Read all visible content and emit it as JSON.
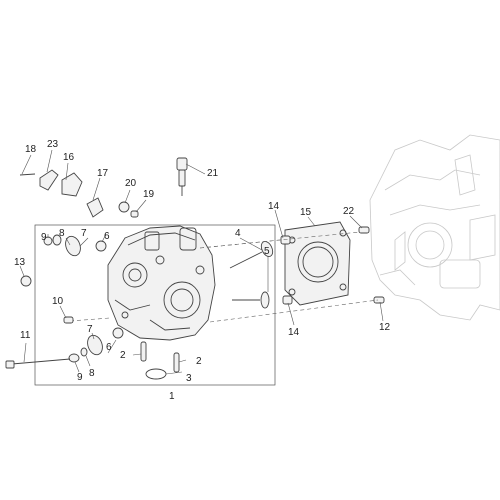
{
  "callouts": {
    "c1": "1",
    "c2a": "2",
    "c2b": "2",
    "c3": "3",
    "c4": "4",
    "c5": "5",
    "c6a": "6",
    "c6b": "6",
    "c7a": "7",
    "c7b": "7",
    "c8a": "8",
    "c8b": "8",
    "c9a": "9",
    "c9b": "9",
    "c10": "10",
    "c11": "11",
    "c12": "12",
    "c13": "13",
    "c14a": "14",
    "c14b": "14",
    "c15": "15",
    "c16": "16",
    "c17": "17",
    "c18": "18",
    "c19": "19",
    "c20": "20",
    "c21": "21",
    "c22": "22",
    "c23": "23"
  },
  "colors": {
    "line": "#444444",
    "ghost": "#c8c8c8",
    "text": "#222222"
  }
}
